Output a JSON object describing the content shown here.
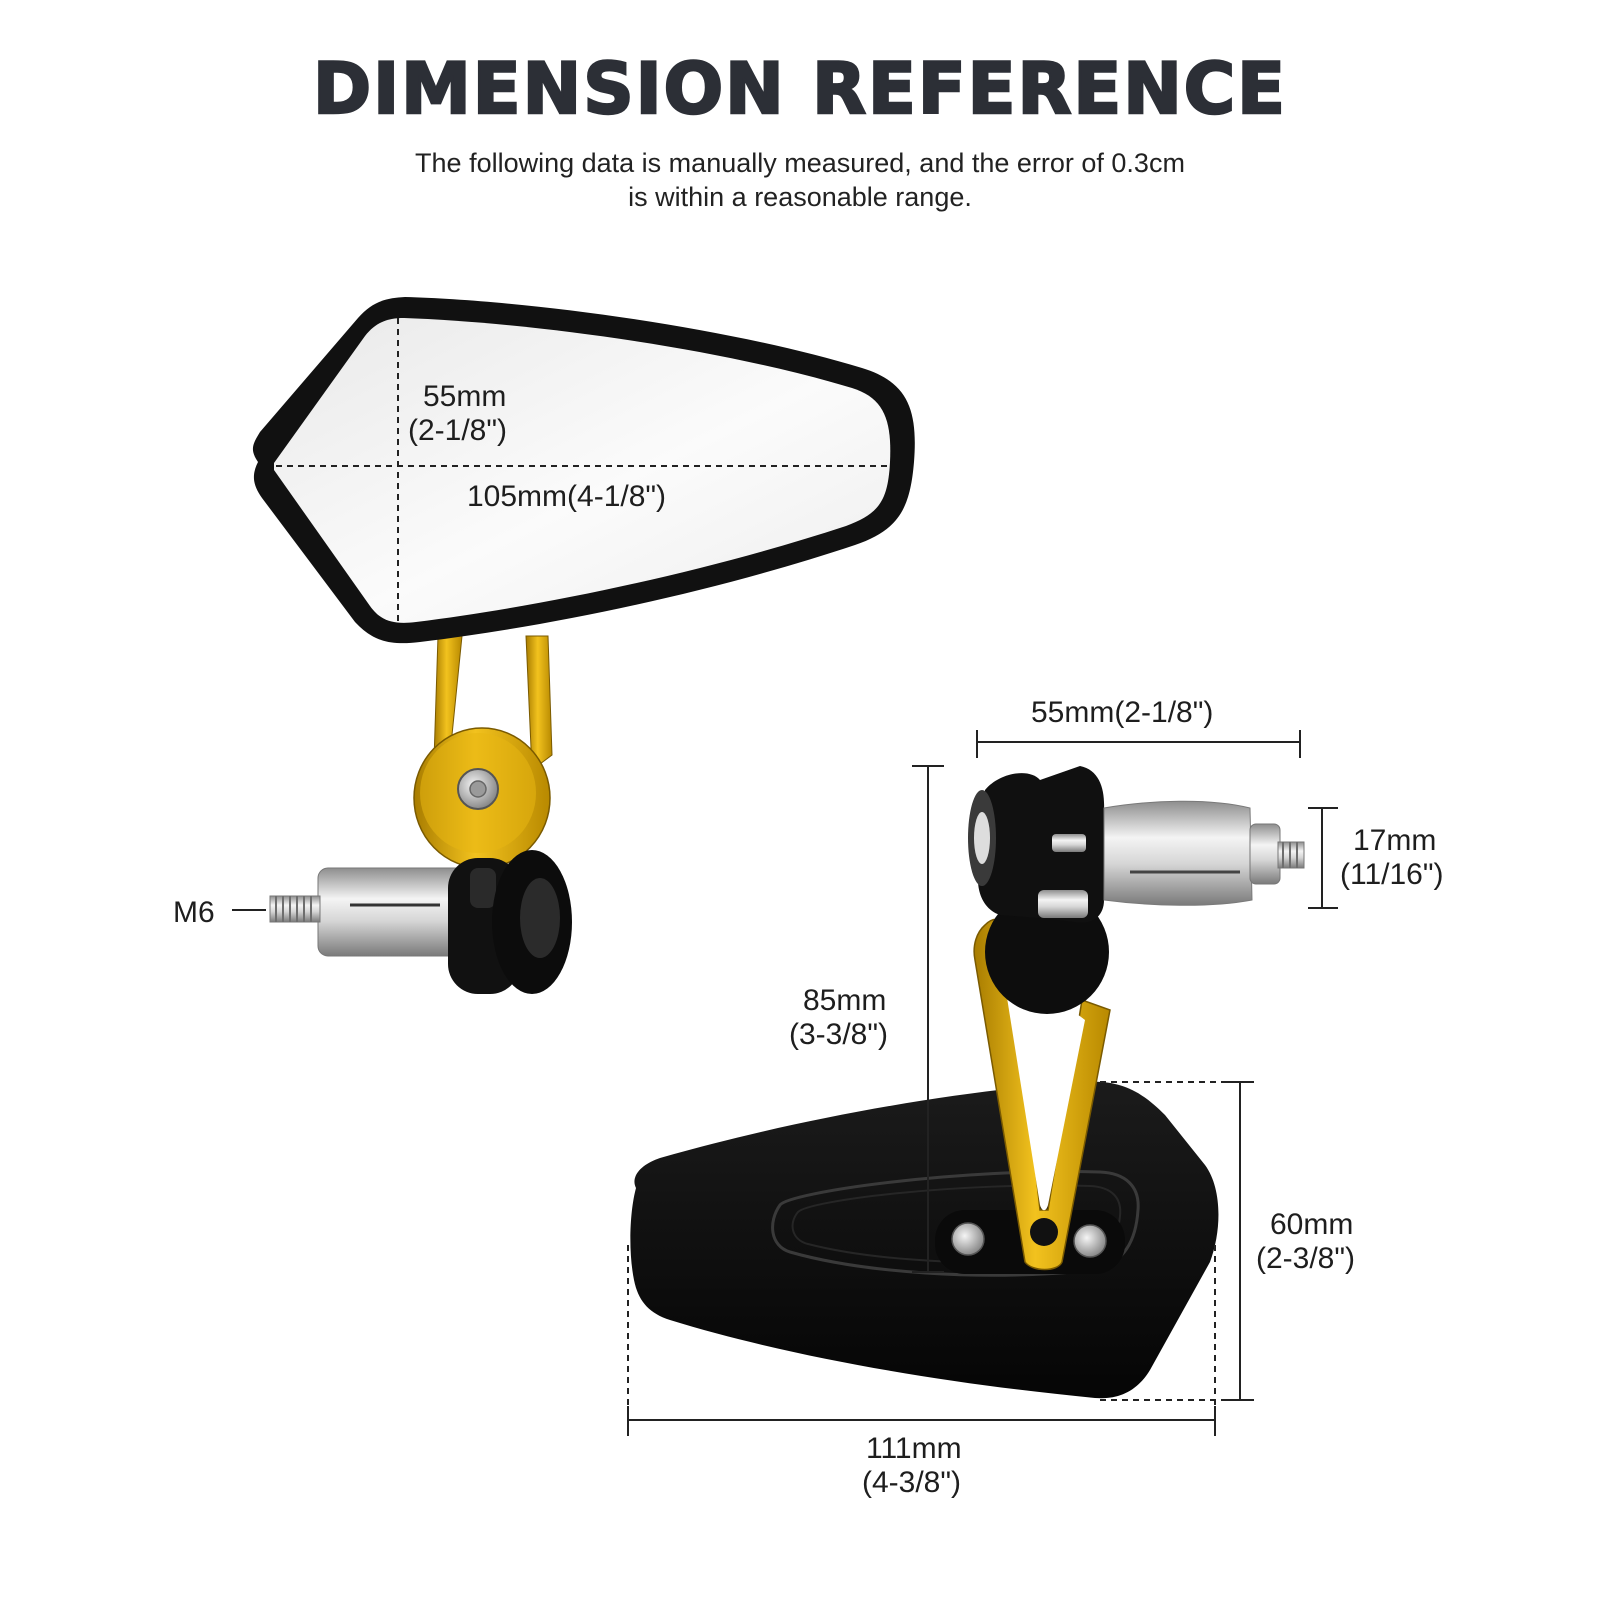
{
  "header": {
    "title": "DIMENSION REFERENCE",
    "subtitle_line1": "The following data is manually measured, and the error of 0.3cm",
    "subtitle_line2": "is within a reasonable range."
  },
  "colors": {
    "gold": "#e0ac0a",
    "frame": "#111111",
    "title": "#2c2f36"
  },
  "labels": {
    "glass_height_mm": "55mm",
    "glass_height_in": "(2-1/8\")",
    "glass_width": "105mm(4-1/8\")",
    "thread": "M6",
    "clamp_width": "55mm(2-1/8\")",
    "plug_dia_mm": "17mm",
    "plug_dia_in": "(11/16\")",
    "arm_height_mm": "85mm",
    "arm_height_in": "(3-3/8\")",
    "back_height_mm": "60mm",
    "back_height_in": "(2-3/8\")",
    "back_width_mm": "111mm",
    "back_width_in": "(4-3/8\")"
  }
}
